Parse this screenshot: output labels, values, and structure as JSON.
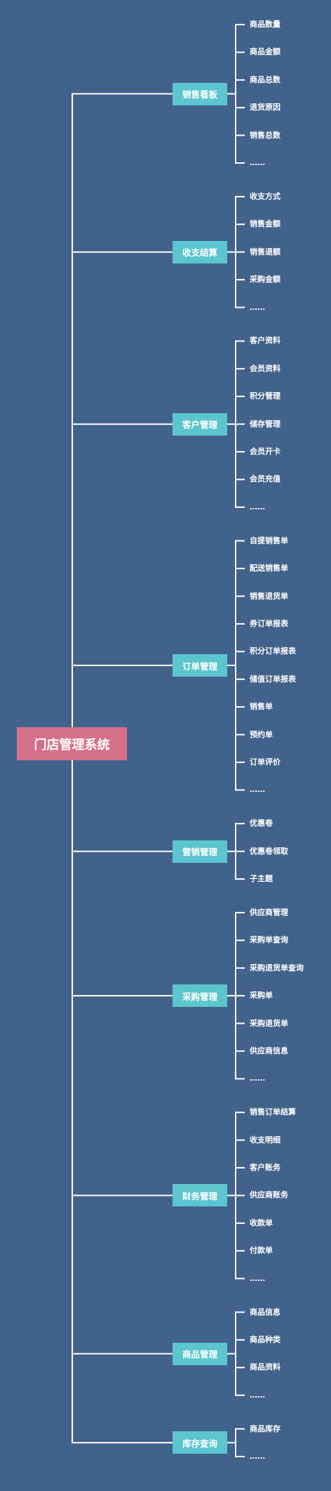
{
  "colors": {
    "background": "#41628a",
    "root": "#d5708a",
    "branch": "#5cc5ce",
    "line": "#ffffff",
    "text": "#ffffff"
  },
  "root": {
    "label": "门店管理系统"
  },
  "branches": [
    {
      "label": "销售看板",
      "children": [
        "商品数量",
        "商品金额",
        "商品总数",
        "退货原因",
        "销售总数",
        "……"
      ]
    },
    {
      "label": "收支结算",
      "children": [
        "收支方式",
        "销售金额",
        "销售退额",
        "采购金额",
        "……"
      ]
    },
    {
      "label": "客户管理",
      "children": [
        "客户资料",
        "会员资料",
        "积分管理",
        "储存管理",
        "会员开卡",
        "会员充值",
        "……"
      ]
    },
    {
      "label": "订单管理",
      "children": [
        "自提销售单",
        "配送销售单",
        "销售退货单",
        "券订单报表",
        "积分订单报表",
        "储值订单报表",
        "销售单",
        "预约单",
        "订单评价",
        "……"
      ]
    },
    {
      "label": "营销管理",
      "children": [
        "优惠卷",
        "优惠卷领取",
        "子主题"
      ]
    },
    {
      "label": "采购管理",
      "children": [
        "供应商管理",
        "采购单查询",
        "采购退货单查询",
        "采购单",
        "采购退货单",
        "供应商信息",
        "……"
      ]
    },
    {
      "label": "财务管理",
      "children": [
        "销售订单结算",
        "收支明细",
        "客户账务",
        "供应商账务",
        "收款单",
        "付款单",
        "……"
      ]
    },
    {
      "label": "商品管理",
      "children": [
        "商品信息",
        "商品种类",
        "商品资料",
        "……"
      ]
    },
    {
      "label": "库存查询",
      "children": [
        "商品库存",
        "……"
      ]
    }
  ]
}
